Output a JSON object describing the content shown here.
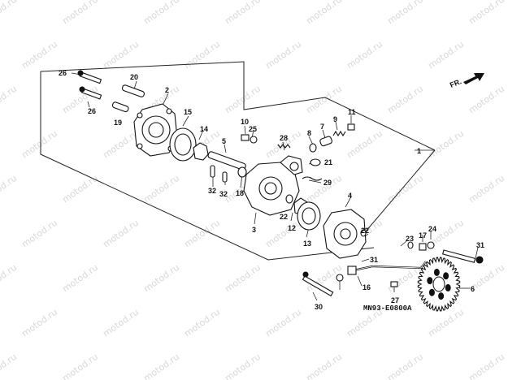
{
  "watermark": {
    "text": "motod.ru"
  },
  "front_indicator": {
    "label": "FR."
  },
  "diagram_code": {
    "text": "MN93-E0800A"
  },
  "callouts": {
    "c1": "1",
    "c2": "2",
    "c3": "3",
    "c4": "4",
    "c5": "5",
    "c6": "6",
    "c7": "7",
    "c8": "8",
    "c9": "9",
    "c10": "10",
    "c11": "11",
    "c12": "12",
    "c13": "13",
    "c14": "14",
    "c15": "15",
    "c16": "16",
    "c17": "17",
    "c18": "18",
    "c19": "19",
    "c20": "20",
    "c21": "21",
    "c22a": "22",
    "c22b": "22",
    "c23": "23",
    "c24": "24",
    "c25": "25",
    "c26a": "26",
    "c26b": "26",
    "c27": "27",
    "c28": "28",
    "c29": "29",
    "c30": "30",
    "c31a": "31",
    "c31b": "31",
    "c32a": "32",
    "c32b": "32"
  }
}
